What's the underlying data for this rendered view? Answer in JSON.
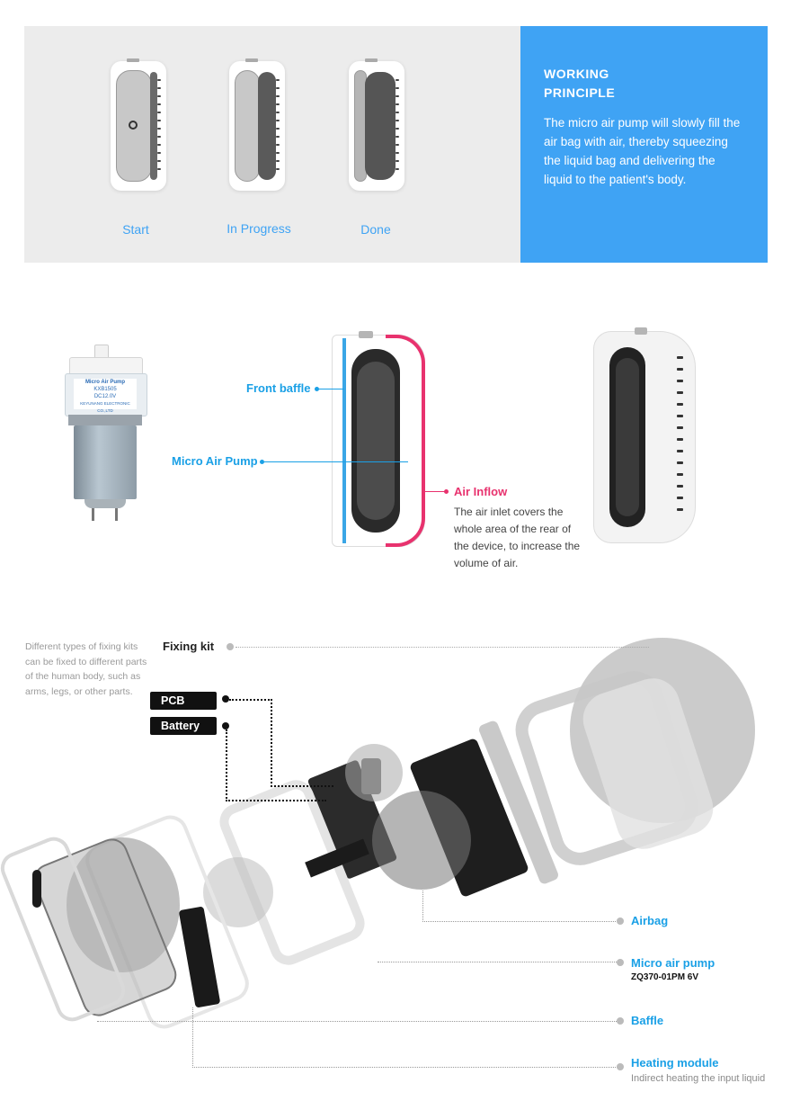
{
  "working_principle": {
    "title": "WORKING PRINCIPLE",
    "description": "The micro air pump will slowly fill the air bag with air, thereby squeezing the liquid bag and delivering the liquid to the patient's body."
  },
  "stages": [
    {
      "label": "Start"
    },
    {
      "label": "In Progress"
    },
    {
      "label": "Done"
    }
  ],
  "pump_photo": {
    "brand": "Micro Air Pump",
    "model": "KXB1505",
    "voltage": "DC12.0V",
    "maker": "KEYUNANG ELECTRONIC CO.,LTD"
  },
  "section2": {
    "front_baffle": "Front baffle",
    "micro_air_pump": "Micro Air Pump",
    "air_inflow": "Air Inflow",
    "air_inflow_desc": "The air inlet covers the whole area of the rear of the device, to increase the volume of air."
  },
  "section3": {
    "fixing_desc": "Different types of fixing kits can be fixed to different parts of the human body, such as arms, legs, or other parts.",
    "fixing_kit": "Fixing kit",
    "pcb": "PCB",
    "battery": "Battery",
    "airbag": "Airbag",
    "micro_air_pump": "Micro air pump",
    "micro_air_pump_model": "ZQ370-01PM 6V",
    "baffle": "Baffle",
    "heating_module": "Heating module",
    "heating_desc": "Indirect heating the input liquid"
  },
  "colors": {
    "accent_blue": "#3fa3f4",
    "callout_blue": "#1aa0e6",
    "air_pink": "#e8326e",
    "panel_grey": "#ececec"
  }
}
